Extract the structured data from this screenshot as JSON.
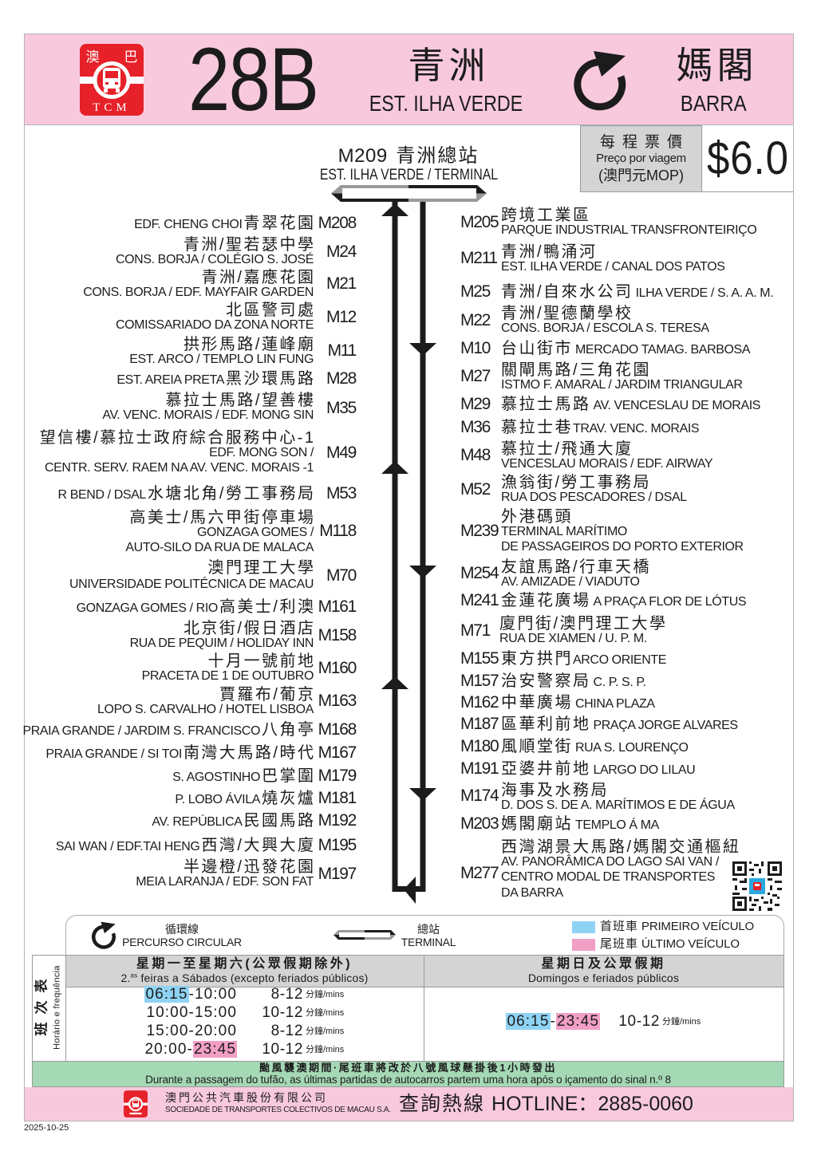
{
  "header": {
    "logo": {
      "cn_left": "澳",
      "cn_right": "巴",
      "abbr": "TCM"
    },
    "route_number": "28B",
    "origin": {
      "cn": "青洲",
      "pt": "EST. ILHA VERDE"
    },
    "route_type_icon": "circular-route-icon",
    "destination": {
      "cn": "媽閣",
      "pt": "BARRA"
    }
  },
  "fare": {
    "label_cn": "每程票價",
    "label_pt": "Preço por viagem",
    "currency": "(澳門元MOP)",
    "amount": "$6.0"
  },
  "terminal": {
    "code": "M209",
    "cn": "青洲總站",
    "pt": "EST. ILHA VERDE / TERMINAL"
  },
  "route": {
    "left_column": [
      {
        "code": "M208",
        "pt": "EDF. CHENG CHOI",
        "cn": "青翠花園"
      },
      {
        "code": "M24",
        "cn": "青洲/聖若瑟中學",
        "pt": "CONS. BORJA / COLÉGIO S. JOSÉ"
      },
      {
        "code": "M21",
        "cn": "青洲/嘉應花園",
        "pt": "CONS. BORJA / EDF. MAYFAIR GARDEN"
      },
      {
        "code": "M12",
        "cn": "北區警司處",
        "pt": "COMISSARIADO DA ZONA NORTE"
      },
      {
        "code": "M11",
        "cn": "拱形馬路/蓮峰廟",
        "pt": "EST. ARCO / TEMPLO LIN FUNG"
      },
      {
        "code": "M28",
        "pt": "EST. AREIA PRETA",
        "cn": "黑沙環馬路"
      },
      {
        "code": "M35",
        "cn": "慕拉士馬路/望善樓",
        "pt": "AV. VENC. MORAIS / EDF. MONG SIN"
      },
      {
        "code": "M49",
        "cn": "望信樓/慕拉士政府綜合服務中心-1",
        "pt": "EDF. MONG SON /",
        "pt2": "CENTR. SERV. RAEM NA AV. VENC. MORAIS -1"
      },
      {
        "code": "M53",
        "pt": "R BEND / DSAL",
        "cn": "水塘北角/勞工事務局"
      },
      {
        "code": "M118",
        "cn": "高美士/馬六甲街停車場",
        "pt": "GONZAGA GOMES /",
        "pt2": "AUTO-SILO DA RUA DE MALACA"
      },
      {
        "code": "M70",
        "cn": "澳門理工大學",
        "pt": "UNIVERSIDADE POLITÉCNICA DE MACAU"
      },
      {
        "code": "M161",
        "pt": "GONZAGA GOMES / RIO",
        "cn": "高美士/利澳"
      },
      {
        "code": "M158",
        "cn": "北京街/假日酒店",
        "pt": "RUA DE PEQUIM / HOLIDAY INN"
      },
      {
        "code": "M160",
        "cn": "十月一號前地",
        "pt": "PRACETA DE 1 DE OUTUBRO"
      },
      {
        "code": "M163",
        "cn": "賈羅布/葡京",
        "pt": "LOPO S. CARVALHO / HOTEL LISBOA"
      },
      {
        "code": "M168",
        "pt": "PRAIA GRANDE / JARDIM S. FRANCISCO",
        "cn": "八角亭"
      },
      {
        "code": "M167",
        "pt": "PRAIA GRANDE / SI TOI",
        "cn": "南灣大馬路/時代"
      },
      {
        "code": "M179",
        "pt": "S. AGOSTINHO",
        "cn": "巴掌圍"
      },
      {
        "code": "M181",
        "pt": "P. LOBO ÁVILA",
        "cn": "燒灰爐"
      },
      {
        "code": "M192",
        "pt": "AV. REPÚBLICA",
        "cn": "民國馬路"
      },
      {
        "code": "M195",
        "pt": "SAI WAN / EDF.TAI HENG",
        "cn": "西灣/大興大廈"
      },
      {
        "code": "M197",
        "cn": "半邊橙/迅發花園",
        "pt": "MEIA LARANJA / EDF. SON FAT"
      }
    ],
    "right_column": [
      {
        "code": "M205",
        "cn": "跨境工業區",
        "pt": "PARQUE INDUSTRIAL TRANSFRONTEIRIÇO"
      },
      {
        "code": "M211",
        "cn": "青洲/鴨涌河",
        "pt": "EST. ILHA VERDE / CANAL DOS PATOS"
      },
      {
        "code": "M25",
        "cn": "青洲/自來水公司",
        "pt": "ILHA VERDE / S. A. A. M."
      },
      {
        "code": "M22",
        "cn": "青洲/聖德蘭學校",
        "pt": "CONS. BORJA / ESCOLA S. TERESA"
      },
      {
        "code": "M10",
        "cn": "台山街市",
        "pt": "MERCADO TAMAG. BARBOSA"
      },
      {
        "code": "M27",
        "cn": "關閘馬路/三角花園",
        "pt": "ISTMO F. AMARAL / JARDIM TRIANGULAR"
      },
      {
        "code": "M29",
        "cn": "慕拉士馬路",
        "pt": "AV. VENCESLAU DE MORAIS"
      },
      {
        "code": "M36",
        "cn": "慕拉士巷",
        "pt": "TRAV. VENC. MORAIS"
      },
      {
        "code": "M48",
        "cn": "慕拉士/飛通大廈",
        "pt": "VENCESLAU MORAIS / EDF. AIRWAY"
      },
      {
        "code": "M52",
        "cn": "漁翁街/勞工事務局",
        "pt": "RUA DOS PESCADORES / DSAL"
      },
      {
        "code": "M239",
        "cn": "外港碼頭",
        "pt": "TERMINAL MARÍTIMO",
        "pt2": "DE PASSAGEIROS DO PORTO EXTERIOR"
      },
      {
        "code": "M254",
        "cn": "友誼馬路/行車天橋",
        "pt": "AV. AMIZADE / VIADUTO"
      },
      {
        "code": "M241",
        "cn": "金蓮花廣場",
        "pt": "A PRAÇA FLOR DE LÓTUS"
      },
      {
        "code": "M71",
        "cn": "廈門街/澳門理工大學",
        "pt": "RUA DE XIAMEN / U. P. M."
      },
      {
        "code": "M155",
        "cn": "東方拱門",
        "pt": "ARCO ORIENTE"
      },
      {
        "code": "M157",
        "cn": "治安警察局",
        "pt": "C. P. S. P."
      },
      {
        "code": "M162",
        "cn": "中華廣場",
        "pt": "CHINA PLAZA"
      },
      {
        "code": "M187",
        "cn": "區華利前地",
        "pt": "PRAÇA JORGE ALVARES"
      },
      {
        "code": "M180",
        "cn": "風順堂街",
        "pt": "RUA S. LOURENÇO"
      },
      {
        "code": "M191",
        "cn": "亞婆井前地",
        "pt": "LARGO DO LILAU"
      },
      {
        "code": "M174",
        "cn": "海事及水務局",
        "pt": "D. DOS S. DE A. MARÍTIMOS E DE ÁGUA"
      },
      {
        "code": "M203",
        "cn": "媽閣廟站",
        "pt": "TEMPLO Á MA"
      },
      {
        "code": "M277",
        "cn": "西灣湖景大馬路/媽閣交通樞紐",
        "pt": "AV. PANORÂMICA DO LAGO SAI VAN /",
        "pt2": "CENTRO MODAL DE TRANSPORTES",
        "pt3": "DA BARRA"
      }
    ],
    "qr_code_icon": "qr-code"
  },
  "legend": {
    "circular": {
      "cn": "循環線",
      "pt": "PERCURSO CIRCULAR"
    },
    "terminal": {
      "cn": "總站",
      "pt": "TERMINAL"
    },
    "first_bus": {
      "cn": "首班車",
      "pt": "PRIMEIRO VEÍCULO"
    },
    "last_bus": {
      "cn": "尾班車",
      "pt": "ÚLTIMO VEÍCULO"
    }
  },
  "timetable": {
    "label_cn": "班次表",
    "label_pt": "Horário e frequência",
    "sep": "-",
    "weekday": {
      "title_cn": "星期一至星期六(公眾假期除外)",
      "title_pt_prefix": "2.",
      "title_pt_sup": "as",
      "title_pt_rest": " feiras a Sábados (excepto feriados públicos)",
      "rows": [
        {
          "start": "06:15",
          "end": "10:00",
          "freq": "8-12",
          "unit": "分鐘/mins"
        },
        {
          "start": "10:00",
          "end": "15:00",
          "freq": "10-12",
          "unit": "分鐘/mins"
        },
        {
          "start": "15:00",
          "end": "20:00",
          "freq": "8-12",
          "unit": "分鐘/mins"
        },
        {
          "start": "20:00",
          "end": "23:45",
          "freq": "10-12",
          "unit": "分鐘/mins"
        }
      ]
    },
    "sunday": {
      "title_cn": "星期日及公眾假期",
      "title_pt": "Domingos e feriados públicos",
      "rows": [
        {
          "start": "06:15",
          "end": "23:45",
          "freq": "10-12",
          "unit": "分鐘/mins"
        }
      ]
    },
    "first_bus": "06:15",
    "last_bus": "23:45"
  },
  "typhoon_notice": {
    "cn": "颱風襲澳期間·尾班車將改於八號風球懸掛後1小時發出",
    "pt": "Durante a passagem do tufão, as últimas partidas de autocarros partem uma hora após o içamento do sinal n.º 8"
  },
  "footer": {
    "company_cn": "澳門公共汽車股份有限公司",
    "company_pt": "SOCIEDADE DE TRANSPORTES COLECTIVOS DE MACAU S.A.",
    "hotline_cn": "查詢熱線",
    "hotline_label": "HOTLINE：",
    "hotline_number": "2885-0060"
  },
  "print_date": "2025-10-25",
  "colors": {
    "header_pink": "#f8c9dd",
    "logo_red": "#e62129",
    "fare_gray": "#d4d4d4",
    "first_bus_blue": "#8fd3f4",
    "last_bus_pink": "#f29fc5",
    "notice_green": "#a5d8b5",
    "route_line": "#1c1c1c"
  }
}
